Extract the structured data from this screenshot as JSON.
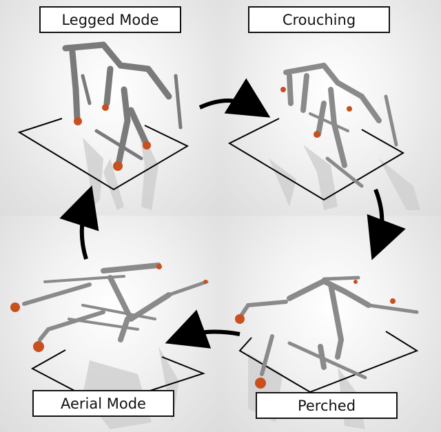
{
  "panels": {
    "legged_mode": {
      "label": "Legged Mode"
    },
    "crouching": {
      "label": "Crouching"
    },
    "perched": {
      "label": "Perched"
    },
    "aerial_mode": {
      "label": "Aerial Mode"
    }
  },
  "colors": {
    "robot_body": "#9a9a9a",
    "robot_dark": "#6f6f6f",
    "foot": "#c8501e",
    "shadow": "#c9c9c9",
    "arrow": "#000000",
    "ground_outline": "#000000"
  }
}
